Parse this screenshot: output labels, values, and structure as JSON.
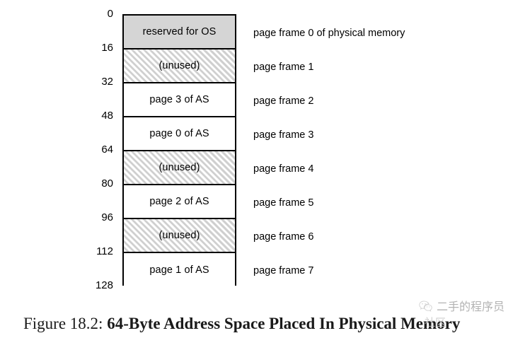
{
  "figure": {
    "caption_number": "Figure 18.2:",
    "caption_title": "64-Byte Address Space Placed In Physical Memory"
  },
  "diagram": {
    "address_ticks": [
      "0",
      "16",
      "32",
      "48",
      "64",
      "80",
      "96",
      "112",
      "128"
    ],
    "frames": [
      {
        "content": "reserved for OS",
        "fill": "gray",
        "label": "page frame 0 of physical memory",
        "start": "0",
        "end": "16"
      },
      {
        "content": "(unused)",
        "fill": "hatch",
        "label": "page frame 1",
        "start": "16",
        "end": "32"
      },
      {
        "content": "page 3 of AS",
        "fill": "white",
        "label": "page frame 2",
        "start": "32",
        "end": "48"
      },
      {
        "content": "page 0 of AS",
        "fill": "white",
        "label": "page frame 3",
        "start": "48",
        "end": "64"
      },
      {
        "content": "(unused)",
        "fill": "hatch",
        "label": "page frame 4",
        "start": "64",
        "end": "80"
      },
      {
        "content": "page 2 of AS",
        "fill": "white",
        "label": "page frame 5",
        "start": "80",
        "end": "96"
      },
      {
        "content": "(unused)",
        "fill": "hatch",
        "label": "page frame 6",
        "start": "96",
        "end": "112"
      },
      {
        "content": "page 1 of AS",
        "fill": "white",
        "label": "page frame 7",
        "start": "112",
        "end": "128"
      }
    ],
    "colors": {
      "reserved_fill": "#d5d5d5",
      "hatch_stroke": "#d0d0d0",
      "border": "#000000",
      "background": "#ffffff"
    }
  },
  "watermark": {
    "icon": "wechat-icon",
    "name": "二手的程序员",
    "subtext": "社区"
  }
}
